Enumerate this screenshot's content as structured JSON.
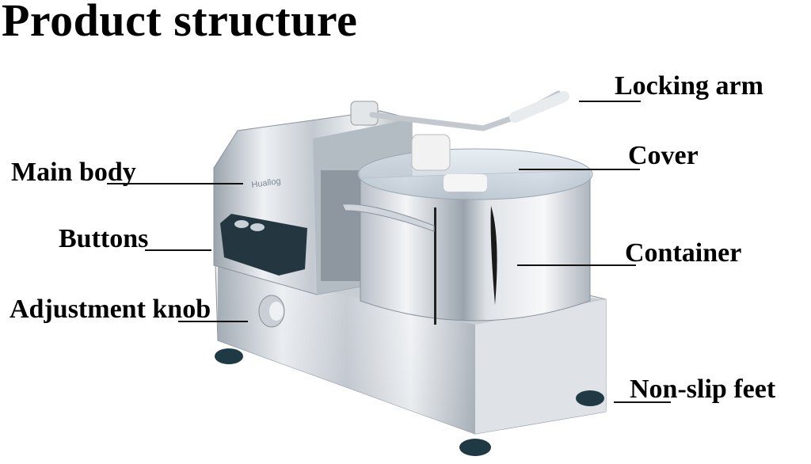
{
  "title": "Product structure",
  "labels": [
    {
      "id": "locking-arm",
      "text": "Locking arm"
    },
    {
      "id": "cover",
      "text": "Cover"
    },
    {
      "id": "main-body",
      "text": "Main body"
    },
    {
      "id": "buttons",
      "text": "Buttons"
    },
    {
      "id": "container",
      "text": "Container"
    },
    {
      "id": "adjustment-knob",
      "text": "Adjustment knob"
    },
    {
      "id": "non-slip-feet",
      "text": "Non-slip feet"
    }
  ],
  "brand_mark": "Huallog",
  "colors": {
    "steel_light": "#e6eaee",
    "steel_mid": "#b9c0c8",
    "steel_dark": "#7d8791",
    "feet": "#1f3a45",
    "button_panel": "#243640"
  }
}
